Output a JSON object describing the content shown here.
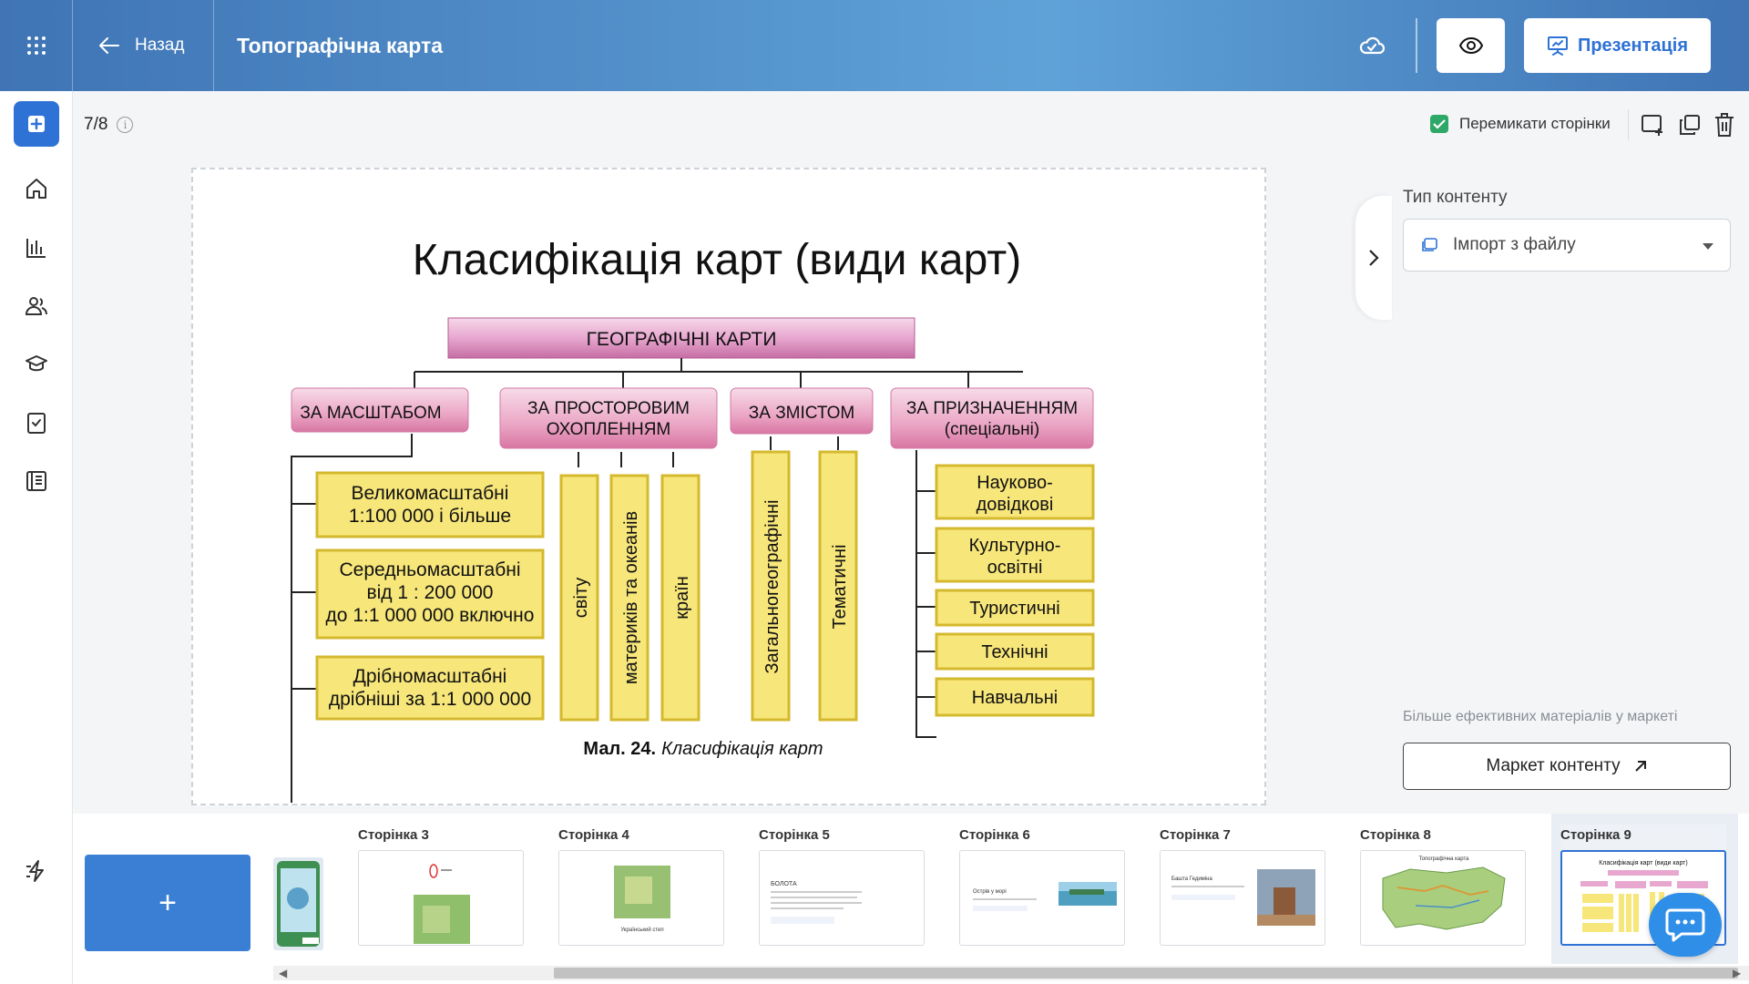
{
  "header": {
    "back_label": "Назад",
    "title": "Топографічна карта",
    "present_label": "Презентація",
    "icons": [
      "apps-grid-icon",
      "arrow-left-icon",
      "cloud-check-icon",
      "eye-icon",
      "presentation-icon"
    ]
  },
  "sidebar": {
    "items": [
      "add-icon",
      "home-icon",
      "analytics-icon",
      "users-icon",
      "courses-icon",
      "tasks-icon",
      "library-icon",
      "flash-icon"
    ]
  },
  "toolbar": {
    "page_counter": "7/8",
    "switch_pages_label": "Перемикати сторінки",
    "switch_pages_checked": true
  },
  "slide": {
    "title": "Класифікація карт (види карт)",
    "root": "ГЕОГРАФІЧНІ КАРТИ",
    "categories": {
      "scale": "ЗА МАСШТАБОМ",
      "coverage_1": "ЗА ПРОСТОРОВИМ",
      "coverage_2": "ОХОПЛЕННЯМ",
      "content": "ЗА ЗМІСТОМ",
      "purpose_1": "ЗА ПРИЗНАЧЕННЯМ",
      "purpose_2": "(спеціальні)"
    },
    "scale_items": {
      "large_1": "Великомасштабні",
      "large_2": "1:100 000 і більше",
      "medium_1": "Середньомасштабні",
      "medium_2": "від 1 : 200 000",
      "medium_3": "до 1:1 000 000 включно",
      "small_1": "Дрібномасштабні",
      "small_2": "дрібніші за 1:1 000 000"
    },
    "coverage_items": [
      "світу",
      "материків та океанів",
      "країн"
    ],
    "content_items": [
      "Загальногеографічні",
      "Тематичні"
    ],
    "purpose_items": {
      "p1_1": "Науково-",
      "p1_2": "довідкові",
      "p2_1": "Культурно-",
      "p2_2": "освітні",
      "p3": "Туристичні",
      "p4": "Технічні",
      "p5": "Навчальні"
    },
    "caption_bold": "Мал. 24.",
    "caption_italic": "Класифікація карт"
  },
  "right_panel": {
    "content_type_label": "Тип контенту",
    "content_type_value": "Імпорт з файлу",
    "market_hint": "Більше ефективних матеріалів у маркеті",
    "market_button": "Маркет контенту"
  },
  "pages": {
    "add_label": "+",
    "items": [
      {
        "label": "Сторінка 3",
        "snippet": ""
      },
      {
        "label": "Сторінка 4",
        "snippet": "Український степ"
      },
      {
        "label": "Сторінка 5",
        "snippet": "БОЛОТА"
      },
      {
        "label": "Сторінка 6",
        "snippet": "Острів у морі"
      },
      {
        "label": "Сторінка 7",
        "snippet": "Башта Гедиміна"
      },
      {
        "label": "Сторінка 8",
        "snippet": "Топографічна карта"
      },
      {
        "label": "Сторінка 9",
        "snippet": "Класифікація карт (види карт)"
      }
    ],
    "active_index": 6
  },
  "colors": {
    "primary": "#2f72d6",
    "header_gradient_start": "#3f74b5",
    "header_gradient_mid": "#5fa2d8",
    "pink_box": "#e7a7cf",
    "yellow_box": "#f7e67a",
    "check_green": "#2ea866"
  }
}
